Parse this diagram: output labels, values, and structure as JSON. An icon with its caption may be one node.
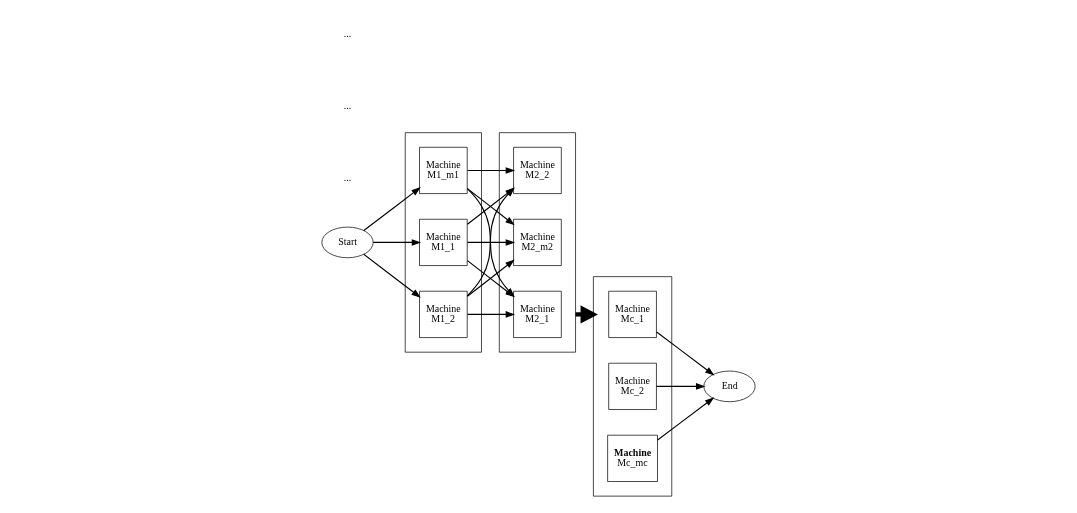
{
  "diagram": {
    "nodes": [
      {
        "text": [
          "Start"
        ]
      },
      {
        "text": [],
        "shape": "box"
      },
      {
        "text": [
          "Machine M1_1"
        ],
        "in": 1
      },
      {
        "text": [
          "Machine M1_2"
        ],
        "in": 1
      },
      {
        "text": [
          "Machine M1_m1"
        ],
        "in": 1
      },
      {
        "text": [],
        "shape": "box"
      },
      {
        "text": [
          "Machine M2_1"
        ],
        "in": 5
      },
      {
        "text": [
          "Machine M2_2"
        ],
        "in": 5
      },
      {
        "text": [
          "Machine M2_m2"
        ],
        "in": 5
      },
      {
        "text": [],
        "shape": "box"
      },
      {
        "text": [
          "Machine Mc_1"
        ],
        "in": 9
      },
      {
        "text": [
          "Machine Mc_2"
        ],
        "in": 9
      },
      {
        "text": [
          "**Machine** Mc_mc"
        ],
        "in": 9
      },
      {
        "text": [
          "End"
        ]
      }
    ],
    "edges": [
      {
        "from": 0,
        "to": 2,
        "arrow": "to"
      },
      {
        "from": 0,
        "to": 3,
        "arrow": "to"
      },
      {
        "from": 0,
        "to": 4,
        "arrow": "to"
      },
      {
        "from": 2,
        "to": 6,
        "arrow": "to"
      },
      {
        "from": 2,
        "to": 7,
        "arrow": "to"
      },
      {
        "from": 2,
        "to": 8,
        "arrow": "to"
      },
      {
        "from": 3,
        "to": 6,
        "arrow": "to"
      },
      {
        "from": 3,
        "to": 7,
        "arrow": "to"
      },
      {
        "from": 3,
        "to": 8,
        "arrow": "to"
      },
      {
        "from": 4,
        "to": 6,
        "arrow": "to"
      },
      {
        "from": 4,
        "to": 7,
        "arrow": "to"
      },
      {
        "from": 4,
        "to": 8,
        "arrow": "to"
      },
      {
        "from": 5,
        "to": 9,
        "arrow": "to",
        "style": "thick"
      },
      {
        "from": 10,
        "to": 13,
        "arrow": "to"
      },
      {
        "from": 11,
        "to": 13,
        "arrow": "to"
      },
      {
        "from": 12,
        "to": 13,
        "arrow": "to"
      }
    ],
    "labels": [
      "...",
      "...",
      "..."
    ]
  }
}
